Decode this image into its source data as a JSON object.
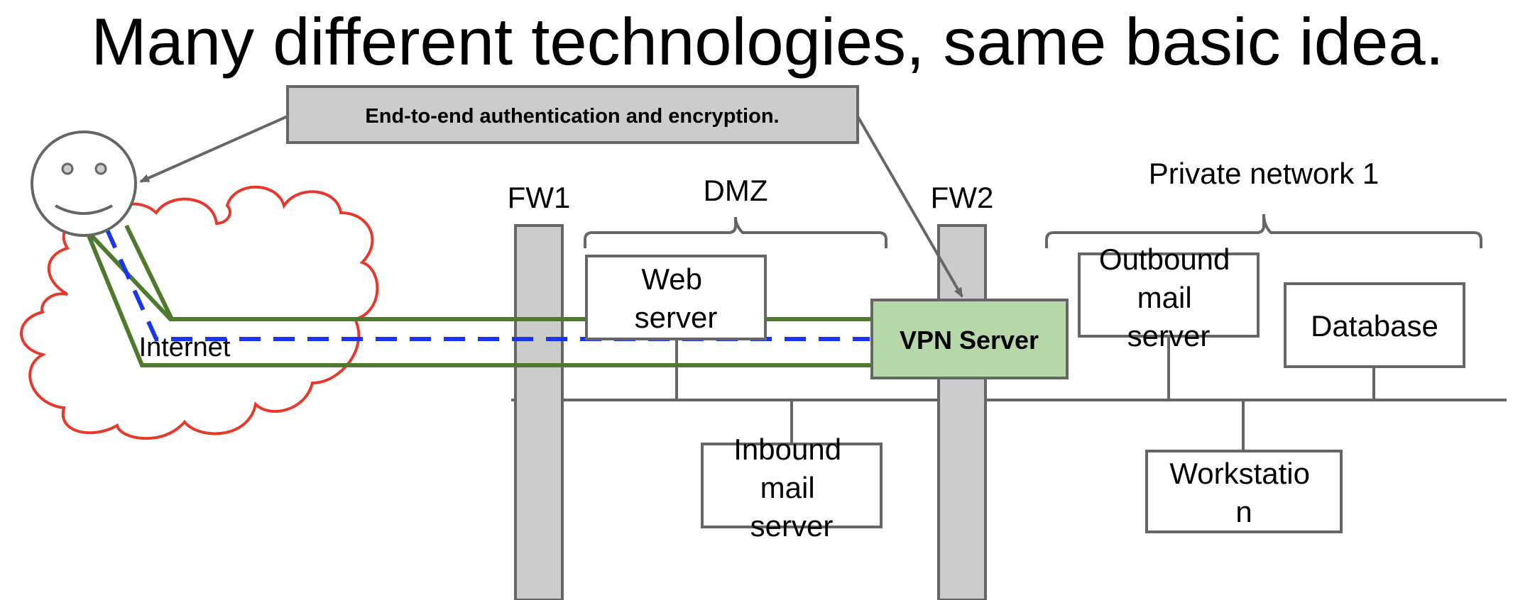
{
  "title": "Many different technologies, same basic idea.",
  "callout": {
    "text": "End-to-end authentication and encryption."
  },
  "zones": {
    "fw1": "FW1",
    "fw2": "FW2",
    "dmz": "DMZ",
    "private_network": "Private network 1",
    "internet": "Internet"
  },
  "nodes": {
    "web_server": [
      "Web",
      "server"
    ],
    "inbound_mail": [
      "Inbound",
      "mail",
      "server"
    ],
    "vpn_server": "VPN Server",
    "outbound_mail": [
      "Outbound",
      "mail",
      "server"
    ],
    "database": "Database",
    "workstation": [
      "Workstatio",
      "n"
    ]
  },
  "colors": {
    "firewall_fill": "#cccccc",
    "firewall_stroke": "#666666",
    "vpn_fill": "#b6d7a8",
    "vpn_stroke": "#666666",
    "tunnel": "#4e7a2e",
    "encrypted_link": "#1a35f0",
    "cloud": "#e8382b",
    "callout_fill": "#cccccc",
    "network_line": "#666666"
  },
  "icons": {
    "user": "smiley-face-icon",
    "internet": "cloud-icon"
  }
}
